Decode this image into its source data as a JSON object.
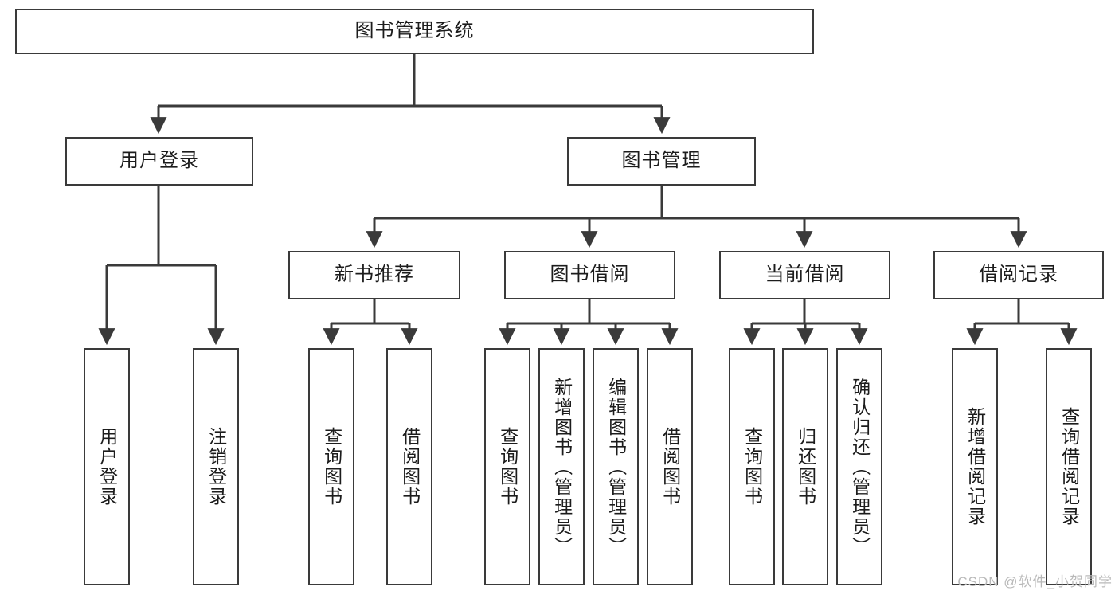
{
  "diagram": {
    "title": "图书管理系统",
    "type": "tree-hierarchy-diagram",
    "watermark": "CSDN @软件_小贺同学",
    "colors": {
      "background": "#ffffff",
      "box_border": "#3a3a3a",
      "box_fill": "#ffffff",
      "text": "#1c1c1c",
      "connector": "#3a3a3a",
      "watermark": "#b9b9b9"
    },
    "levels": {
      "root": "图书管理系统",
      "level1": [
        "用户登录",
        "图书管理"
      ],
      "level2": [
        "新书推荐",
        "图书借阅",
        "当前借阅",
        "借阅记录"
      ]
    },
    "nodes": {
      "root": {
        "label": "图书管理系统"
      },
      "user_login": {
        "label": "用户登录"
      },
      "book_manage": {
        "label": "图书管理"
      },
      "new_book_rec": {
        "label": "新书推荐"
      },
      "book_borrow": {
        "label": "图书借阅"
      },
      "current_borrow": {
        "label": "当前借阅"
      },
      "borrow_record": {
        "label": "借阅记录"
      },
      "leaf_user_login": {
        "label": "用户登录"
      },
      "leaf_user_logout": {
        "label": "注销登录"
      },
      "leaf_rec_query": {
        "label": "查询图书"
      },
      "leaf_rec_borrow": {
        "label": "借阅图书"
      },
      "leaf_borrow_query": {
        "label": "查询图书"
      },
      "leaf_borrow_add": {
        "label": "新增图书（管理员）"
      },
      "leaf_borrow_edit": {
        "label": "编辑图书（管理员）"
      },
      "leaf_borrow_do": {
        "label": "借阅图书"
      },
      "leaf_cur_query": {
        "label": "查询图书"
      },
      "leaf_cur_return": {
        "label": "归还图书"
      },
      "leaf_cur_confirm": {
        "label": "确认归还（管理员）"
      },
      "leaf_rec_add": {
        "label": "新增借阅记录"
      },
      "leaf_rec_query2": {
        "label": "查询借阅记录"
      }
    }
  }
}
